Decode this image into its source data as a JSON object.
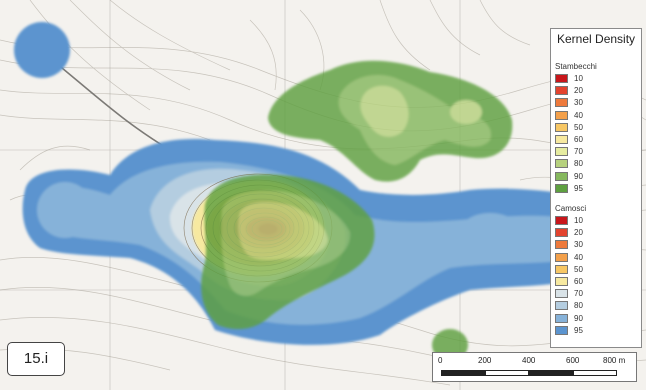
{
  "legend": {
    "title": "Kernel Density",
    "groups": [
      {
        "name": "Stambecchi",
        "classes": [
          "10",
          "20",
          "30",
          "40",
          "50",
          "60",
          "70",
          "80",
          "90",
          "95"
        ],
        "colors": [
          "#c8161b",
          "#e3432e",
          "#ee7a3c",
          "#f3a04b",
          "#f7c765",
          "#f7e9a0",
          "#e6eca0",
          "#b6d17e",
          "#86b85e",
          "#5ea040"
        ]
      },
      {
        "name": "Camosci",
        "classes": [
          "10",
          "20",
          "30",
          "40",
          "50",
          "60",
          "70",
          "80",
          "90",
          "95"
        ],
        "colors": [
          "#c8161b",
          "#e3432e",
          "#ee7a3c",
          "#f3a04b",
          "#f7c765",
          "#f7e9a0",
          "#d9e3e8",
          "#b4cde0",
          "#86b2d9",
          "#5b94cf"
        ]
      }
    ]
  },
  "figure_label": "15.i",
  "scale_bar": {
    "ticks": [
      "0",
      "200",
      "400",
      "600",
      "800 m"
    ]
  }
}
